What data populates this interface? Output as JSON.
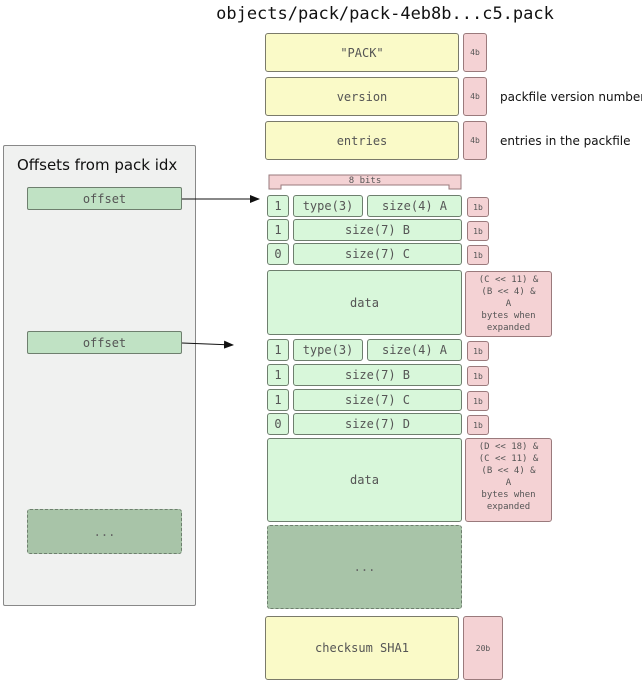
{
  "title": "objects/pack/pack-4eb8b...c5.pack",
  "header": {
    "pack_label": "\"PACK\"",
    "pack_size": "4b",
    "version_label": "version",
    "version_size": "4b",
    "version_note": "packfile version number",
    "entries_label": "entries",
    "entries_size": "4b",
    "entries_note": "entries in the packfile"
  },
  "bits_label": "8 bits",
  "panel": {
    "title": "Offsets from pack idx",
    "offset1": "offset",
    "offset2": "offset",
    "ellipsis": "..."
  },
  "object1": {
    "bit1": "1",
    "type": "type(3)",
    "sizeA": "size(4) A",
    "size1": "1b",
    "bit2": "1",
    "sizeB": "size(7) B",
    "size2": "1b",
    "bit3": "0",
    "sizeC": "size(7) C",
    "size3": "1b",
    "data": "data",
    "note": [
      "(C << 11) &",
      "(B << 4) &",
      "A",
      "bytes when",
      "expanded"
    ]
  },
  "object2": {
    "bit1": "1",
    "type": "type(3)",
    "sizeA": "size(4) A",
    "size1": "1b",
    "bit2": "1",
    "sizeB": "size(7) B",
    "size2": "1b",
    "bit3": "1",
    "sizeC": "size(7) C",
    "size3": "1b",
    "bit4": "0",
    "sizeD": "size(7) D",
    "size4": "1b",
    "data": "data",
    "note": [
      "(D << 18) &",
      "(C << 11) &",
      "(B << 4) &",
      "A",
      "bytes when",
      "expanded"
    ]
  },
  "more": "...",
  "checksum": {
    "label": "checksum SHA1",
    "size": "20b"
  }
}
